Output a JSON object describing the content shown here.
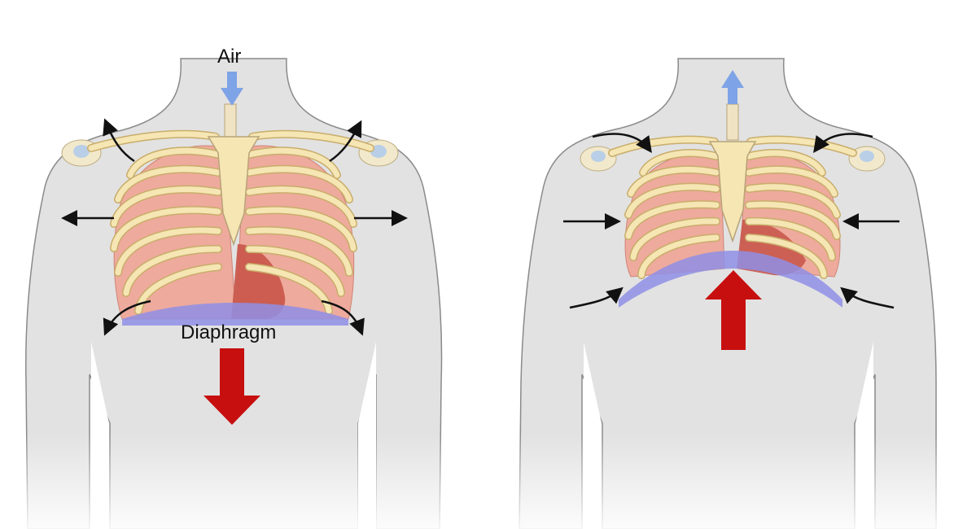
{
  "labels": {
    "air": "Air",
    "diaphragm": "Diaphragm"
  },
  "colors": {
    "skin": "#e2e2e2",
    "outline": "#8a8a8a",
    "rib": "#f5e6b4",
    "rib_outline": "#c9ad6a",
    "lung": "#eeaa9c",
    "lung_dark": "#d9786a",
    "heart": "#c9584c",
    "diaphragm": "#8f8fe6",
    "arrow_red": "#c70f0f",
    "arrow_blue": "#7ea3e6",
    "arrow_black": "#111111"
  },
  "panels": [
    {
      "state": "inhalation",
      "diaphragm_movement": "down",
      "air_flow": "in",
      "ribcage_movement": "outward"
    },
    {
      "state": "exhalation",
      "diaphragm_movement": "up",
      "air_flow": "out",
      "ribcage_movement": "inward"
    }
  ]
}
